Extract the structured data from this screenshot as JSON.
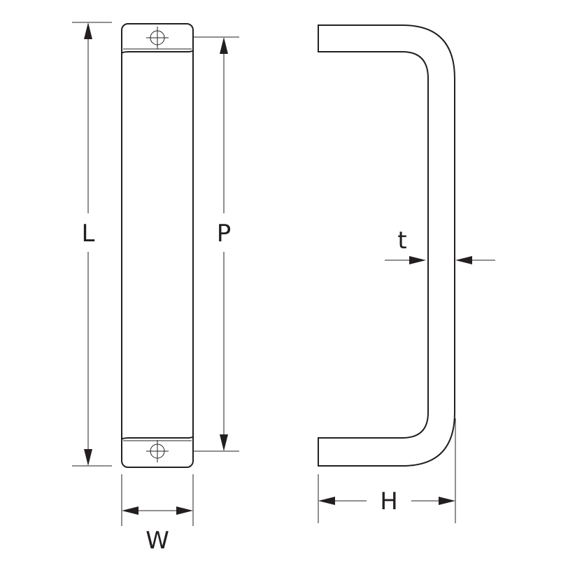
{
  "labels": {
    "length": "L",
    "pitch": "P",
    "width": "W",
    "height": "H",
    "thickness": "t"
  },
  "colors": {
    "ink": "#231f20",
    "background": "#ffffff"
  }
}
